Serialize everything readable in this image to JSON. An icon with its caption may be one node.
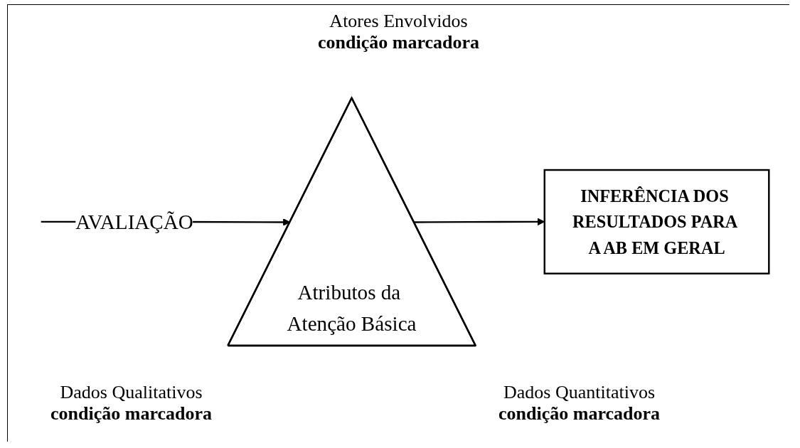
{
  "diagram": {
    "nodes": [
      {
        "text": [
          "Atributos da Atenção Básica"
        ]
      },
      {
        "text": [
          "INFERÊNCIA DOS RESULTADOS PARA A AB EM GERAL"
        ]
      }
    ],
    "edges": [
      {
        "from": null,
        "to": 0,
        "arrow": "to",
        "label": "AVALIAÇÃO"
      },
      {
        "from": 0,
        "to": 1,
        "arrow": "to"
      }
    ],
    "labels": [
      "Atores Envolvidos",
      "condição marcadora",
      "Dados Qualitativos",
      "condição marcadora",
      "Dados Quantitativos",
      "condição marcadora"
    ]
  }
}
